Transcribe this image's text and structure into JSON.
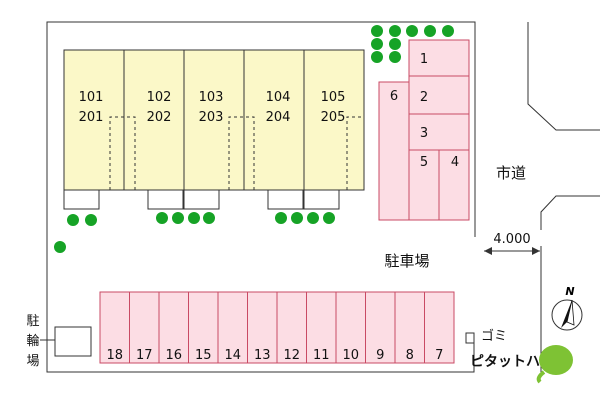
{
  "units": [
    {
      "top": "101",
      "bottom": "201"
    },
    {
      "top": "102",
      "bottom": "202"
    },
    {
      "top": "103",
      "bottom": "203"
    },
    {
      "top": "104",
      "bottom": "204"
    },
    {
      "top": "105",
      "bottom": "205"
    }
  ],
  "right_stalls": [
    "1",
    "2",
    "3",
    "4",
    "5",
    "6"
  ],
  "bottom_stalls": [
    "18",
    "17",
    "16",
    "15",
    "14",
    "13",
    "12",
    "11",
    "10",
    "9",
    "8",
    "7"
  ],
  "labels": {
    "parking": "駐車場",
    "city_road": "市道",
    "road_width": "4.000",
    "bike_parking": [
      "駐",
      "輪",
      "場"
    ],
    "garbage": "ゴミ",
    "north": "N",
    "brand": "ピタットハウス"
  },
  "colors": {
    "building": "#fbf8c8",
    "parking_fill": "#fcdde4",
    "parking_stroke": "#c94a64",
    "tree": "#16a326",
    "brand_green": "#7ec234"
  }
}
